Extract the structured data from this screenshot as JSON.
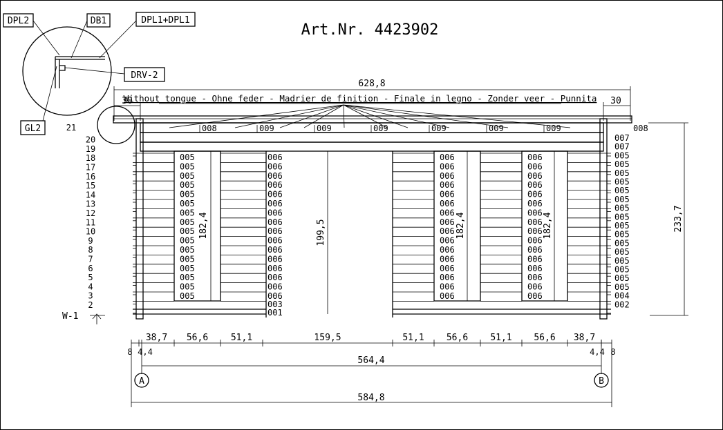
{
  "title": "Art.Nr. 4423902",
  "banner": "Without tongue - Ohne feder - Madrier de finition - Finale in legno - Zonder veer - Punnita",
  "detail_labels": {
    "dpl2": "DPL2",
    "db1": "DB1",
    "dpl1": "DPL1+DPL1",
    "drv2": "DRV-2",
    "gl2": "GL2"
  },
  "course_numbers": [
    "2",
    "3",
    "4",
    "5",
    "6",
    "7",
    "8",
    "9",
    "10",
    "11",
    "12",
    "13",
    "14",
    "15",
    "16",
    "17",
    "18",
    "19",
    "20",
    "21"
  ],
  "wall_level": "W-1",
  "top_parts": [
    "008",
    "009",
    "009",
    "009",
    "009",
    "009",
    "009"
  ],
  "top_right_part": "008",
  "panel_left_parts": [
    "005",
    "005",
    "005",
    "005",
    "005",
    "005",
    "005",
    "005",
    "005",
    "005",
    "005",
    "005",
    "005",
    "005",
    "005",
    "005"
  ],
  "door_side_parts": [
    "006",
    "006",
    "006",
    "006",
    "006",
    "006",
    "006",
    "006",
    "006",
    "006",
    "006",
    "006",
    "006",
    "006",
    "006",
    "006",
    "006",
    "006"
  ],
  "door_bottom_parts": [
    "003",
    "001"
  ],
  "right_column_parts": [
    "007",
    "007",
    "005",
    "005",
    "005",
    "005",
    "005",
    "005",
    "005",
    "005",
    "005",
    "005",
    "005",
    "005",
    "005",
    "005",
    "005",
    "005",
    "004",
    "002"
  ],
  "dims": {
    "overall_top": "628,8",
    "end_left": "30",
    "end_right": "30",
    "window_h_left": "182,4",
    "door_h": "199,5",
    "window_h_mid": "182,4",
    "window_h_right": "182,4",
    "total_h": "233,7",
    "bottom_chain": [
      "38,7",
      "56,6",
      "51,1",
      "159,5",
      "51,1",
      "56,6",
      "51,1",
      "56,6",
      "38,7"
    ],
    "edge_l_8": "8",
    "edge_l_44": "4,4",
    "edge_r_44": "4,4",
    "edge_r_8": "8",
    "axis_span": "564,4",
    "overall_bottom": "584,8"
  },
  "axes": {
    "a": "A",
    "b": "B"
  }
}
